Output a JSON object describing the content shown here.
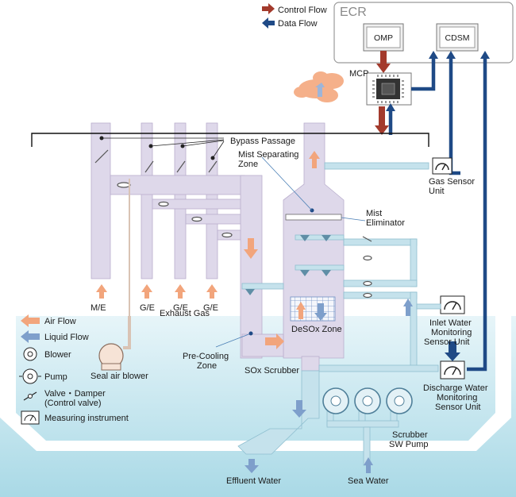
{
  "legend_top": {
    "control_flow": "Control Flow",
    "data_flow": "Data Flow"
  },
  "ecr": {
    "title": "ECR",
    "omp": "OMP",
    "cdsm": "CDSM",
    "mcp": "MCP"
  },
  "labels": {
    "bypass_passage": "Bypass Passage",
    "mist_separating_zone": "Mist Separating\nZone",
    "mist_eliminator": "Mist\nEliminator",
    "gas_sensor_unit": "Gas Sensor\nUnit",
    "desox_zone": "DeSOx Zone",
    "pre_cooling_zone": "Pre-Cooling\nZone",
    "sox_scrubber": "SOx Scrubber",
    "inlet_water_sensor": "Inlet Water\nMonitoring\nSensor Unit",
    "discharge_water_sensor": "Discharge Water\nMonitoring\nSensor Unit",
    "scrubber_sw_pump": "Scrubber\nSW Pump",
    "effluent_water": "Effluent Water",
    "sea_water": "Sea Water",
    "exhaust_gas": "Exhaust Gas",
    "seal_air_blower": "Seal air blower",
    "engines": [
      "M/E",
      "G/E",
      "G/E",
      "G/E"
    ]
  },
  "legend_bottom": {
    "air_flow": "Air Flow",
    "liquid_flow": "Liquid Flow",
    "blower": "Blower",
    "pump": "Pump",
    "valve_damper": "Valve・Damper\n(Control valve)",
    "measuring_instrument": "Measuring instrument"
  },
  "colors": {
    "gas_duct": "#ded8ea",
    "gas_duct_edge": "#b9aecd",
    "water_pipe": "#c5e2ec",
    "water_pipe_edge": "#8fbfd0",
    "control_flow": "#a33a2c",
    "data_flow": "#1f4a86",
    "air_flow_arrow": "#f2a57c",
    "liquid_flow_arrow": "#7e9fcb",
    "sea": "#c6e6ef"
  }
}
